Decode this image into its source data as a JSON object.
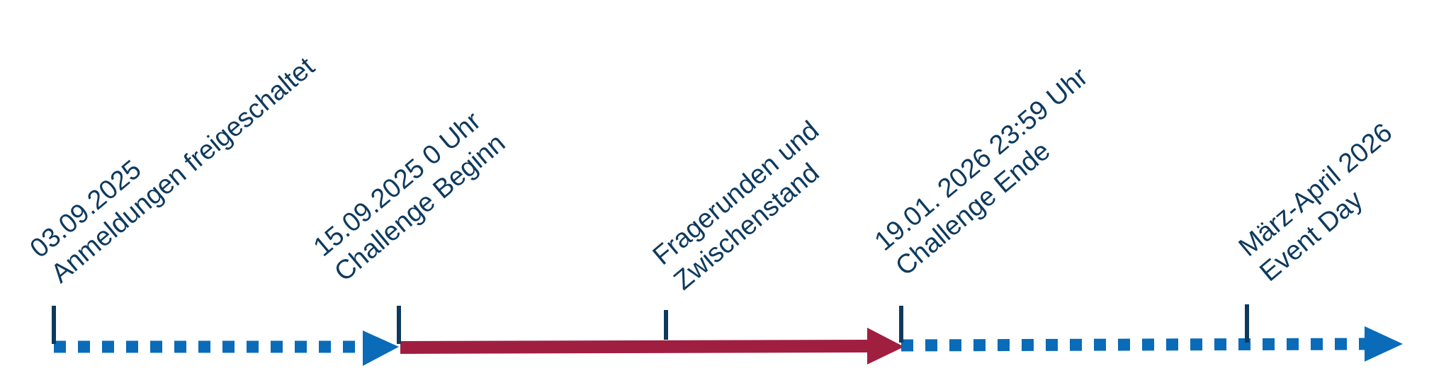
{
  "colors": {
    "dotted_line": "#0a6bb8",
    "solid_line": "#a01f41",
    "tick": "#0e3a5e",
    "text": "#0e3a5e"
  },
  "milestones": [
    {
      "line1": "03.09.2025",
      "line2": "Anmeldungen freigeschaltet"
    },
    {
      "line1": "15.09.2025 0 Uhr",
      "line2": "Challenge Beginn"
    },
    {
      "line1": "Fragerunden und",
      "line2": "Zwischenstand"
    },
    {
      "line1": "19.01. 2026 23:59 Uhr",
      "line2": "Challenge Ende"
    },
    {
      "line1": "März-April 2026",
      "line2": "Event Day"
    }
  ]
}
